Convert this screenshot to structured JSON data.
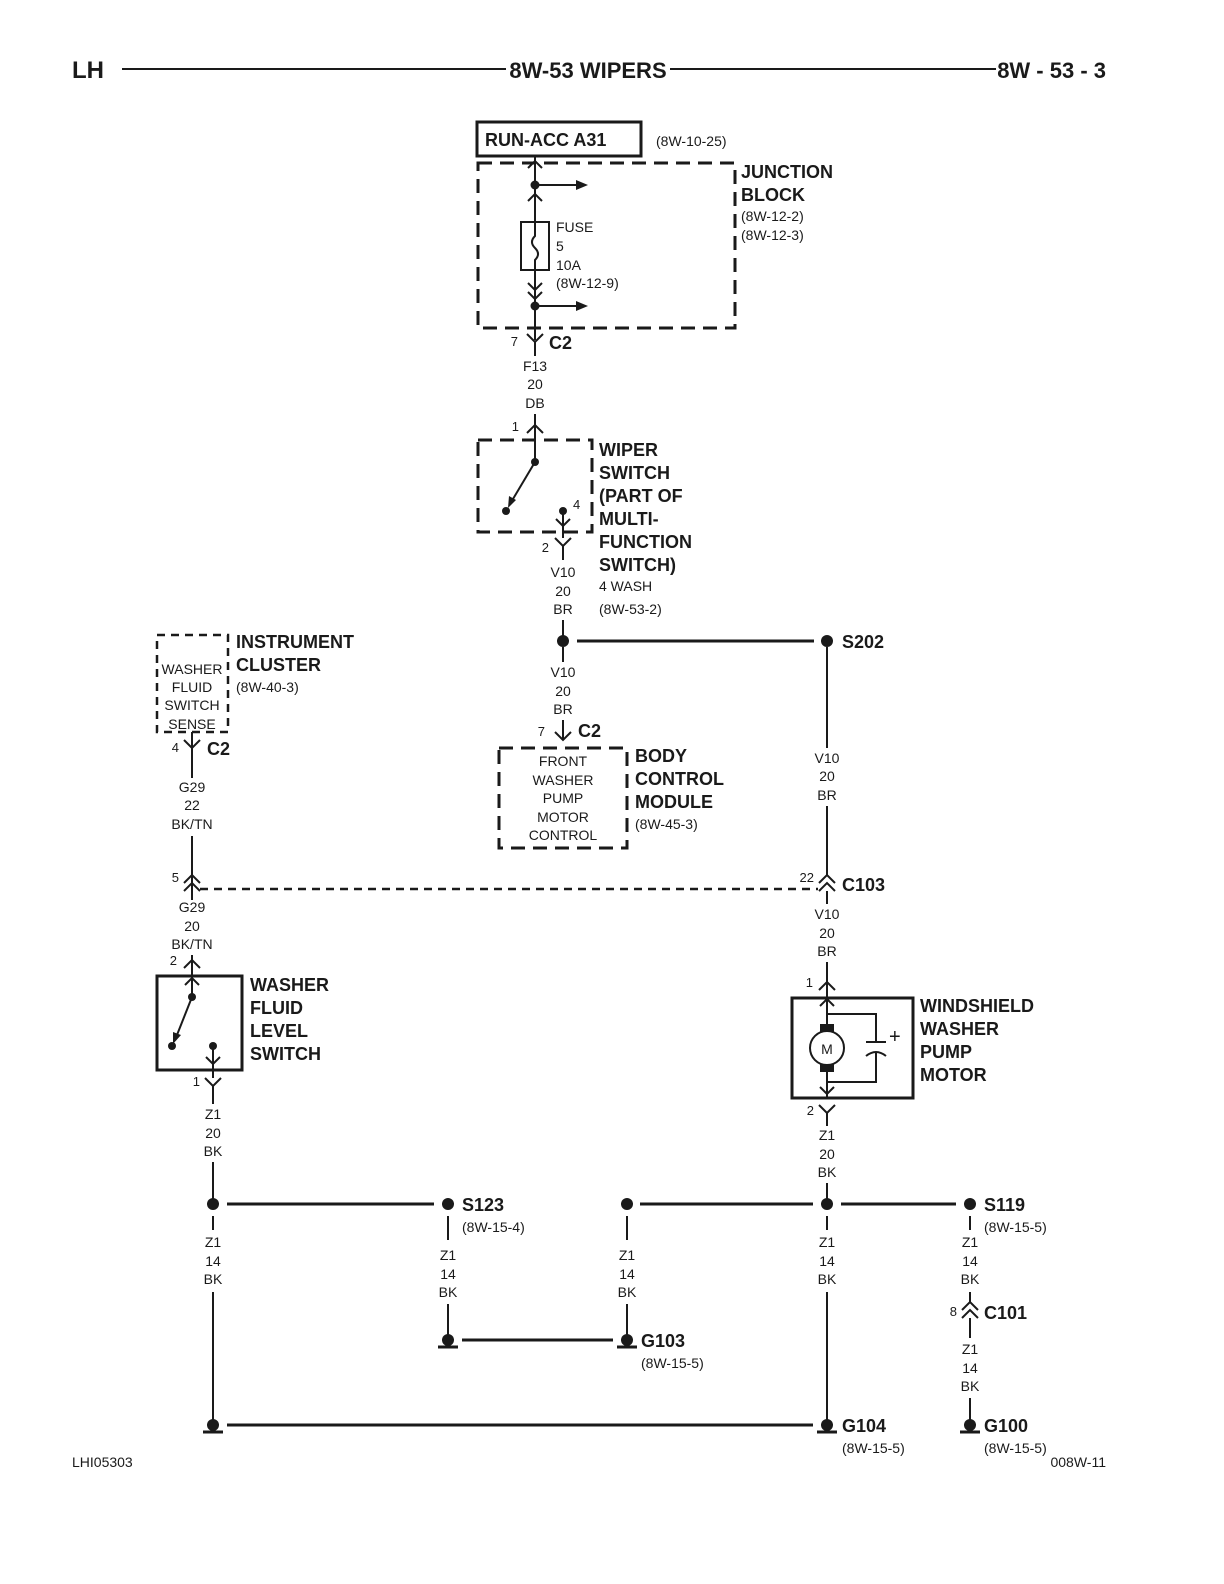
{
  "header": {
    "left": "LH",
    "title": "8W-53 WIPERS",
    "page": "8W - 53 - 3"
  },
  "footer": {
    "left": "LHI05303",
    "right": "008W-11"
  },
  "run_acc": {
    "label": "RUN-ACC A31",
    "ref": "(8W-10-25)"
  },
  "junction_block": {
    "title1": "JUNCTION",
    "title2": "BLOCK",
    "ref1": "(8W-12-2)",
    "ref2": "(8W-12-3)",
    "fuse": "FUSE",
    "fuse_no": "5",
    "fuse_amp": "10A",
    "fuse_ref": "(8W-12-9)",
    "conn_pin": "7",
    "conn": "C2"
  },
  "wire_f13": {
    "circuit": "F13",
    "gauge": "20",
    "color": "DB"
  },
  "wiper_switch": {
    "pin_in": "1",
    "pin_out": "2",
    "pin_4": "4",
    "l1": "WIPER",
    "l2": "SWITCH",
    "l3": "(PART OF",
    "l4": "MULTI-",
    "l5": "FUNCTION",
    "l6": "SWITCH)",
    "sub": "4 WASH",
    "ref": "(8W-53-2)"
  },
  "wire_v10_a": {
    "circuit": "V10",
    "gauge": "20",
    "color": "BR"
  },
  "wire_v10_b": {
    "circuit": "V10",
    "gauge": "20",
    "color": "BR"
  },
  "wire_v10_c": {
    "circuit": "V10",
    "gauge": "20",
    "color": "BR"
  },
  "wire_v10_d": {
    "circuit": "V10",
    "gauge": "20",
    "color": "BR"
  },
  "splice_s202": "S202",
  "instrument_cluster": {
    "l1": "INSTRUMENT",
    "l2": "CLUSTER",
    "ref": "(8W-40-3)",
    "inner1": "WASHER",
    "inner2": "FLUID",
    "inner3": "SWITCH",
    "inner4": "SENSE",
    "pin": "4",
    "conn": "C2"
  },
  "wire_g29_a": {
    "circuit": "G29",
    "gauge": "22",
    "color": "BK/TN"
  },
  "wire_g29_b": {
    "circuit": "G29",
    "gauge": "20",
    "color": "BK/TN"
  },
  "bcm": {
    "pin": "7",
    "conn": "C2",
    "l1": "BODY",
    "l2": "CONTROL",
    "l3": "MODULE",
    "ref": "(8W-45-3)",
    "inner1": "FRONT",
    "inner2": "WASHER",
    "inner3": "PUMP",
    "inner4": "MOTOR",
    "inner5": "CONTROL"
  },
  "c103": {
    "pin_left": "5",
    "pin_right": "22",
    "conn": "C103"
  },
  "washer_level_switch": {
    "pin_in": "2",
    "pin_out": "1",
    "l1": "WASHER",
    "l2": "FLUID",
    "l3": "LEVEL",
    "l4": "SWITCH"
  },
  "pump_motor": {
    "pin_in": "1",
    "pin_out": "2",
    "m": "M",
    "plus": "+",
    "l1": "WINDSHIELD",
    "l2": "WASHER",
    "l3": "PUMP",
    "l4": "MOTOR"
  },
  "wire_z1_lvl": {
    "circuit": "Z1",
    "gauge": "20",
    "color": "BK"
  },
  "wire_z1_pump": {
    "circuit": "Z1",
    "gauge": "20",
    "color": "BK"
  },
  "wire_z1_1": {
    "circuit": "Z1",
    "gauge": "14",
    "color": "BK"
  },
  "wire_z1_2": {
    "circuit": "Z1",
    "gauge": "14",
    "color": "BK"
  },
  "wire_z1_3": {
    "circuit": "Z1",
    "gauge": "14",
    "color": "BK"
  },
  "wire_z1_4": {
    "circuit": "Z1",
    "gauge": "14",
    "color": "BK"
  },
  "wire_z1_5": {
    "circuit": "Z1",
    "gauge": "14",
    "color": "BK"
  },
  "wire_z1_6": {
    "circuit": "Z1",
    "gauge": "14",
    "color": "BK"
  },
  "s123": {
    "name": "S123",
    "ref": "(8W-15-4)"
  },
  "s119": {
    "name": "S119",
    "ref": "(8W-15-5)"
  },
  "c101": {
    "pin": "8",
    "name": "C101"
  },
  "g103": {
    "name": "G103",
    "ref": "(8W-15-5)"
  },
  "g104": {
    "name": "G104",
    "ref": "(8W-15-5)"
  },
  "g100": {
    "name": "G100",
    "ref": "(8W-15-5)"
  }
}
